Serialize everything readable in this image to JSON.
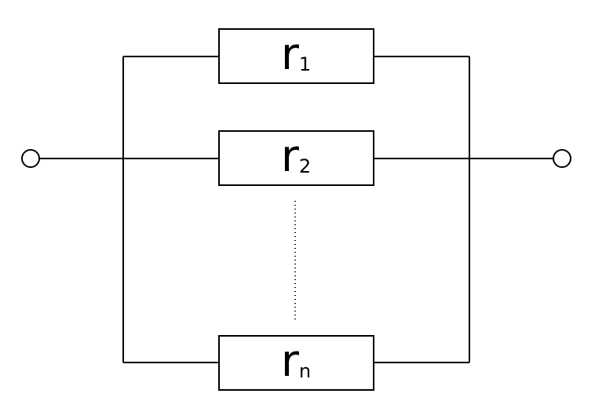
{
  "diagram": {
    "resistors": [
      {
        "id": "r1",
        "symbol": "r",
        "subscript": "1"
      },
      {
        "id": "r2",
        "symbol": "r",
        "subscript": "2"
      },
      {
        "id": "rn",
        "symbol": "r",
        "subscript": "n"
      }
    ]
  }
}
